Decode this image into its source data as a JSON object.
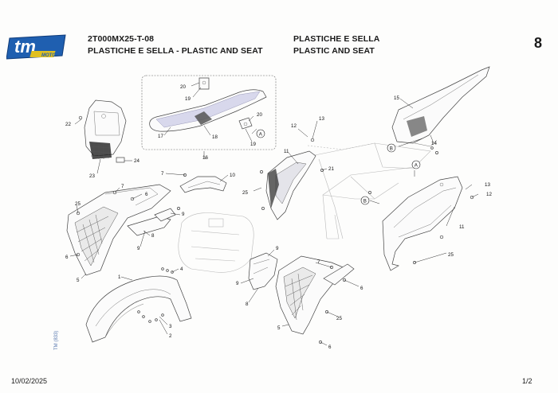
{
  "header": {
    "code": "2T000MX25-T-08",
    "title_left": "PLASTICHE E SELLA - PLASTIC AND SEAT",
    "title_right_it": "PLASTICHE E SELLA",
    "title_right_en": "PLASTIC AND SEAT",
    "page_number": "8"
  },
  "logo": {
    "text": "tm",
    "subtext": "MOTO",
    "color": "#1f5fb0",
    "accent": "#e0c020"
  },
  "footer": {
    "date": "10/02/2025",
    "page_of": "1/2",
    "side_note": "TM (833)"
  },
  "callouts": {
    "c1": "1",
    "c2": "2",
    "c3": "3",
    "c4": "4",
    "c5a": "5",
    "c5b": "5",
    "c6a": "6",
    "c6b": "6",
    "c6c": "6",
    "c6d": "6",
    "c7a": "7",
    "c7b": "7",
    "c7c": "7",
    "c8a": "8",
    "c8b": "8",
    "c9a": "9",
    "c9b": "9",
    "c9c": "9",
    "c9d": "9",
    "c10": "10",
    "c11a": "11",
    "c11b": "11",
    "c12a": "12",
    "c12b": "12",
    "c13a": "13",
    "c13b": "13",
    "c14": "14",
    "c15": "15",
    "c16": "16",
    "c17": "17",
    "c18": "18",
    "c19a": "19",
    "c19b": "19",
    "c20a": "20",
    "c20b": "20",
    "c21": "21",
    "c22": "22",
    "c23": "23",
    "c24": "24",
    "c25a": "25",
    "c25b": "25",
    "c25c": "25",
    "c25d": "25"
  },
  "markers": {
    "a1": "A",
    "a2": "A",
    "b1": "B",
    "b2": "B"
  }
}
